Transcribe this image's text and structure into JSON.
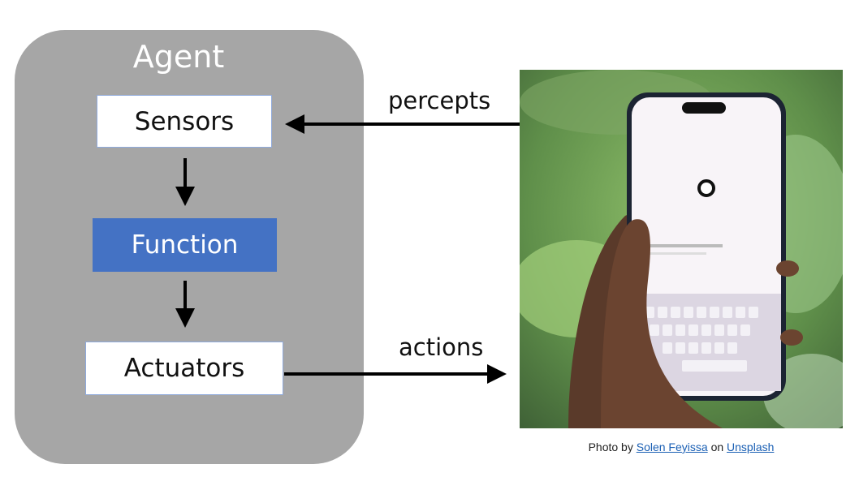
{
  "diagram": {
    "agent_label": "Agent",
    "sensors_label": "Sensors",
    "function_label": "Function",
    "actuators_label": "Actuators",
    "percepts_label": "percepts",
    "actions_label": "actions"
  },
  "caption": {
    "prefix": "Photo by",
    "author": "Solen Feyissa",
    "middle": "on",
    "site": "Unsplash"
  },
  "colors": {
    "agent_bg": "#a6a6a6",
    "function_bg": "#4472c4",
    "link": "#1a5fb4"
  }
}
